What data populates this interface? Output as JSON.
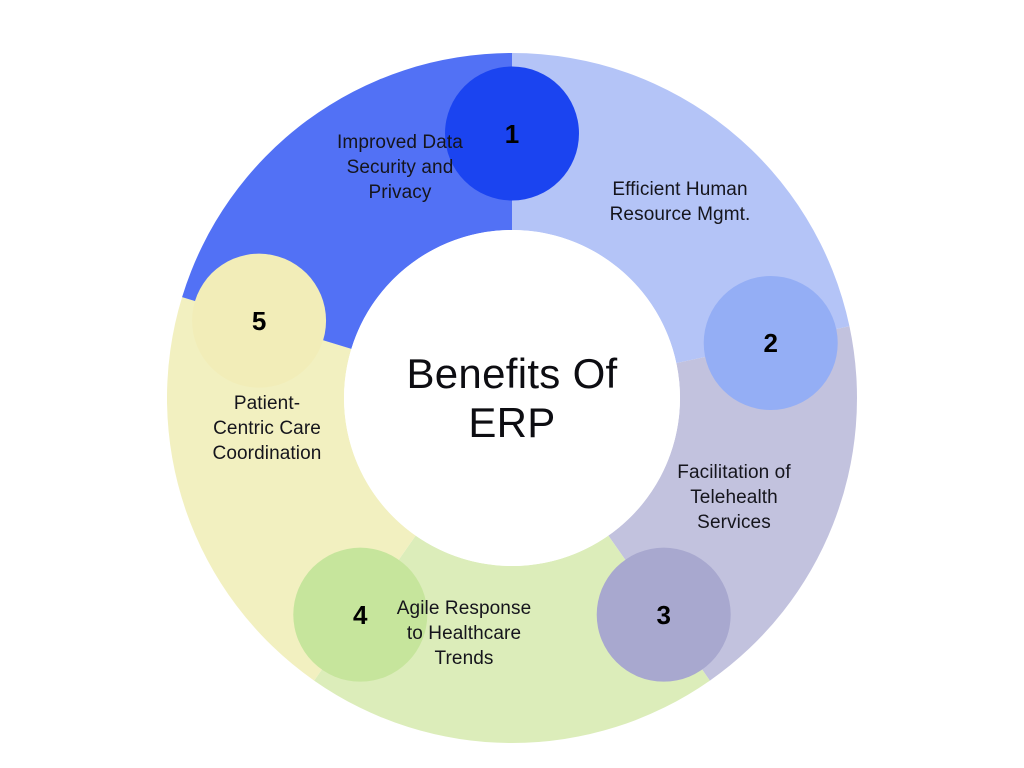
{
  "center": {
    "title": "Benefits Of\nERP"
  },
  "theme": {
    "background": "#ffffff",
    "hub_color": "#ffffff",
    "text_color": "#15151c",
    "title_color": "#0d0d12",
    "badge_text_color": "#000000"
  },
  "chart_data": {
    "type": "pie",
    "title": "Benefits Of ERP",
    "subtitle": "",
    "legend_position": "in-segment",
    "grid": false,
    "inner_radius_ratio": 0.49,
    "segments": [
      {
        "number": "1",
        "label": "Efficient Human\nResource Mgmt.",
        "color": "#b4c4f7",
        "badge_color": "#1b44f0",
        "start_angle": 0,
        "end_angle": 78,
        "value": 21.7
      },
      {
        "number": "2",
        "label": "Facilitation of\nTelehealth\nServices",
        "color": "#c2c2de",
        "badge_color": "#94aef5",
        "start_angle": 78,
        "end_angle": 145,
        "value": 18.6
      },
      {
        "number": "3",
        "label": "Agile Response\nto Healthcare\nTrends",
        "color": "#dcedba",
        "badge_color": "#a8a8cf",
        "start_angle": 145,
        "end_angle": 215,
        "value": 19.4
      },
      {
        "number": "4",
        "label": "Patient-\nCentric Care\nCoordination",
        "color": "#f2f0c0",
        "badge_color": "#c6e59c",
        "start_angle": 215,
        "end_angle": 287,
        "value": 20.0
      },
      {
        "number": "5",
        "label": "Improved Data\nSecurity and\nPrivacy",
        "color": "#5271f5",
        "badge_color": "#f2edb8",
        "start_angle": 287,
        "end_angle": 360,
        "value": 20.3
      }
    ]
  }
}
